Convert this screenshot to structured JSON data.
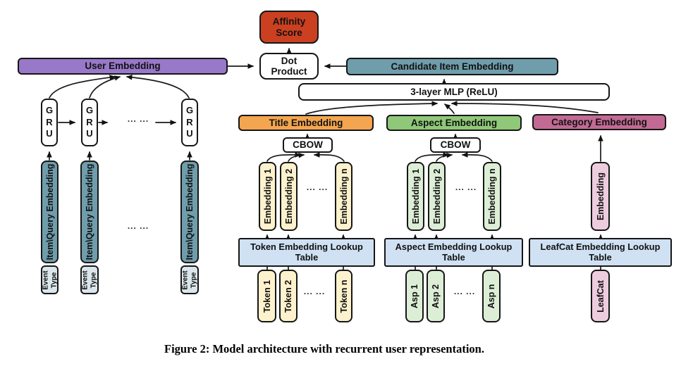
{
  "caption": "Figure 2: Model architecture with recurrent user representation.",
  "diagram": {
    "affinity_score": "Affinity Score",
    "dot_product": "Dot Product",
    "user_embedding": "User Embedding",
    "candidate_item_embedding": "Candidate Item Embedding",
    "mlp_label": "3-layer MLP (ReLU)",
    "gru_letters": [
      "G",
      "R",
      "U"
    ],
    "item_query_label": "Item\\Query Embedding",
    "event_type_label": "Event Type",
    "dots": "... ...",
    "title_col": {
      "header": "Title Embedding",
      "cbow": "CBOW",
      "emb": [
        "Embedding 1",
        "Embedding 2",
        "Embedding n"
      ],
      "table": "Token Embedding Lookup Table",
      "inputs": [
        "Token 1",
        "Token 2",
        "Token n"
      ]
    },
    "aspect_col": {
      "header": "Aspect Embedding",
      "cbow": "CBOW",
      "emb": [
        "Embedding 1",
        "Embedding 2",
        "Embedding n"
      ],
      "table": "Aspect Embedding Lookup Table",
      "inputs": [
        "Asp 1",
        "Asp 2",
        "Asp n"
      ]
    },
    "category_col": {
      "header": "Category Embedding",
      "emb": "Embedding",
      "table": "LeafCat Embedding Lookup Table",
      "input": "LeafCat"
    },
    "colors": {
      "affinity_red": "#cb4020",
      "user_purple": "#9878c9",
      "item_teal": "#6f9dab",
      "title_orange": "#f3a64f",
      "aspect_green": "#8fc878",
      "category_mauve": "#c26a93",
      "embedding_cream": "#fdf2cd",
      "embedding_light_green": "#ddeed6",
      "lookup_table_blue": "#cfe1f3",
      "embedding_light_pink": "#edccde",
      "event_type_light": "#dbe6ec"
    }
  }
}
